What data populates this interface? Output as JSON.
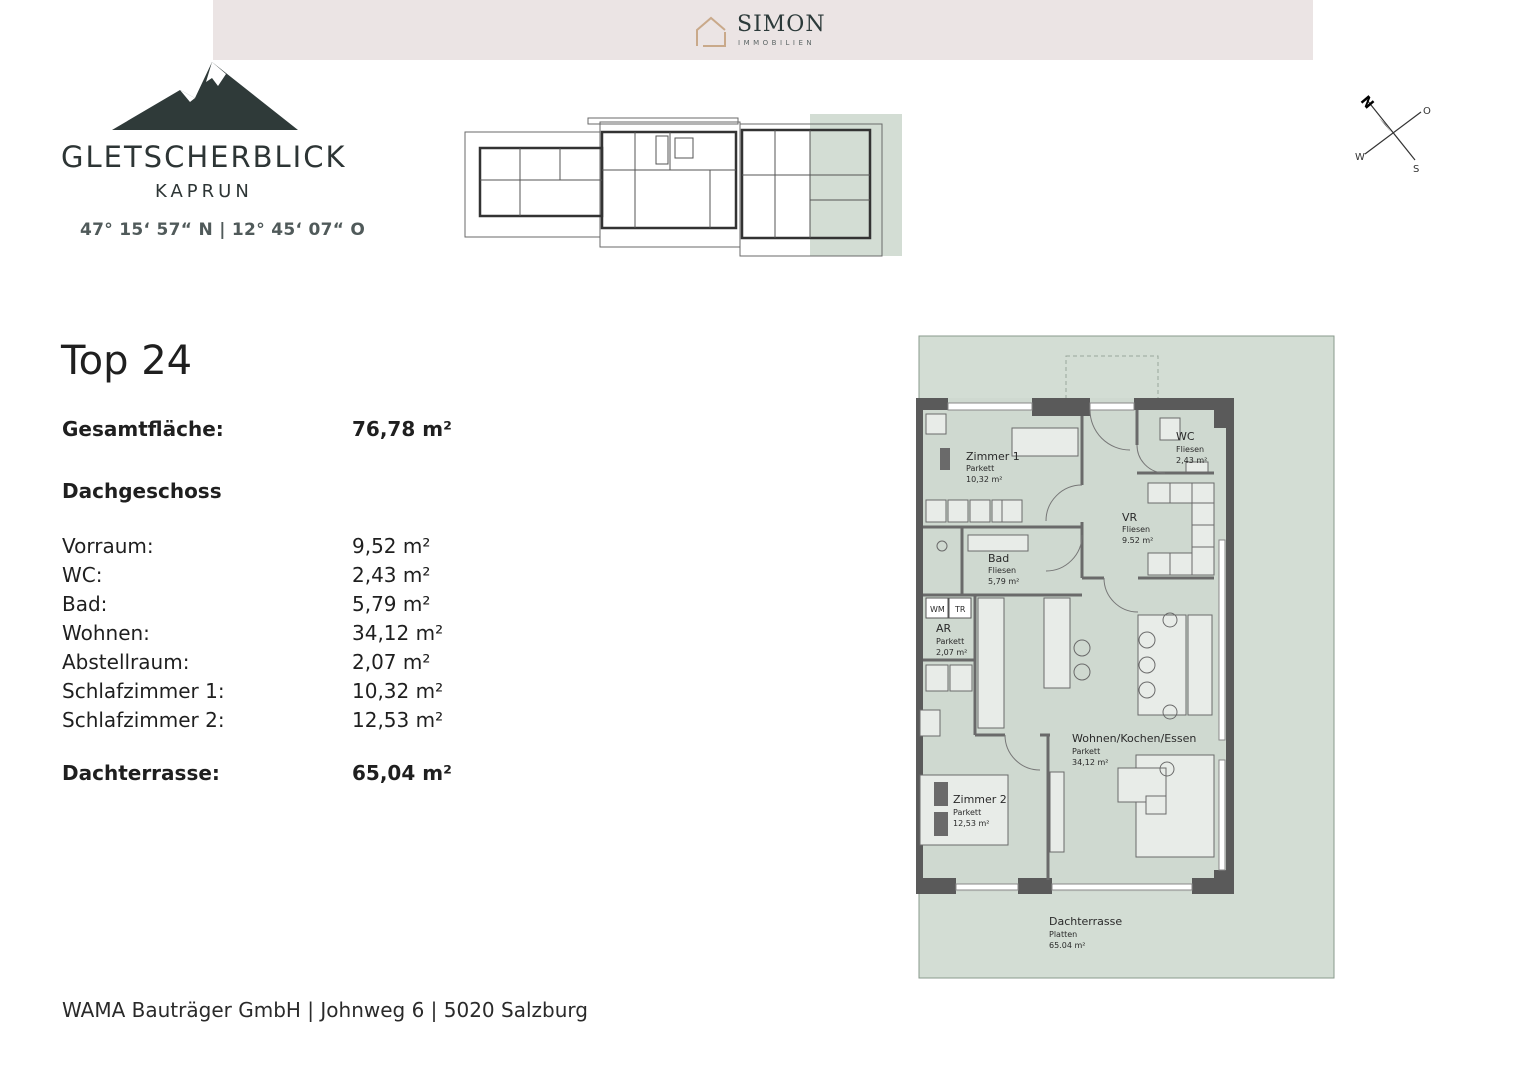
{
  "brand": {
    "name": "SIMON",
    "sub": "IMMOBILIEN"
  },
  "project": {
    "name": "GLETSCHERBLICK",
    "place": "KAPRUN",
    "coordinates": "47° 15‘ 57“ N | 12° 45‘ 07“ O"
  },
  "compass": {
    "n": "N",
    "o": "O",
    "s": "S",
    "w": "W"
  },
  "unit": {
    "title": "Top 24",
    "total": {
      "label": "Gesamtfläche:",
      "value": "76,78 m²"
    },
    "floor": "Dachgeschoss",
    "rooms": [
      {
        "label": "Vorraum:",
        "value": "9,52 m²"
      },
      {
        "label": "WC:",
        "value": "2,43 m²"
      },
      {
        "label": "Bad:",
        "value": "5,79 m²"
      },
      {
        "label": "Wohnen:",
        "value": "34,12 m²"
      },
      {
        "label": "Abstellraum:",
        "value": "2,07 m²"
      },
      {
        "label": "Schlafzimmer 1:",
        "value": "10,32 m²"
      },
      {
        "label": "Schlafzimmer 2:",
        "value": "12,53 m²"
      }
    ],
    "terrace": {
      "label": "Dachterrasse:",
      "value": "65,04 m²"
    }
  },
  "plan": {
    "zimmer1": {
      "name": "Zimmer 1",
      "floor": "Parkett",
      "area": "10,32 m²"
    },
    "wc": {
      "name": "WC",
      "floor": "Fliesen",
      "area": "2,43 m²"
    },
    "vr": {
      "name": "VR",
      "floor": "Fliesen",
      "area": "9.52 m²"
    },
    "bad": {
      "name": "Bad",
      "floor": "Fliesen",
      "area": "5,79 m²"
    },
    "ar": {
      "name": "AR",
      "floor": "Parkett",
      "area": "2,07 m²",
      "wm": "WM",
      "tr": "TR"
    },
    "wohnen": {
      "name": "Wohnen/Kochen/Essen",
      "floor": "Parkett",
      "area": "34,12 m²"
    },
    "zimmer2": {
      "name": "Zimmer 2",
      "floor": "Parkett",
      "area": "12,53 m²"
    },
    "terrace": {
      "name": "Dachterrasse",
      "floor": "Platten",
      "area": "65.04 m²"
    }
  },
  "footer": "WAMA Bauträger GmbH | Johnweg 6 | 5020 Salzburg",
  "colors": {
    "plan_green": "#d3ddd4",
    "wall": "#5a5a5a",
    "brand_bar": "#ebe4e4",
    "logo_gold": "#c9a98a"
  }
}
